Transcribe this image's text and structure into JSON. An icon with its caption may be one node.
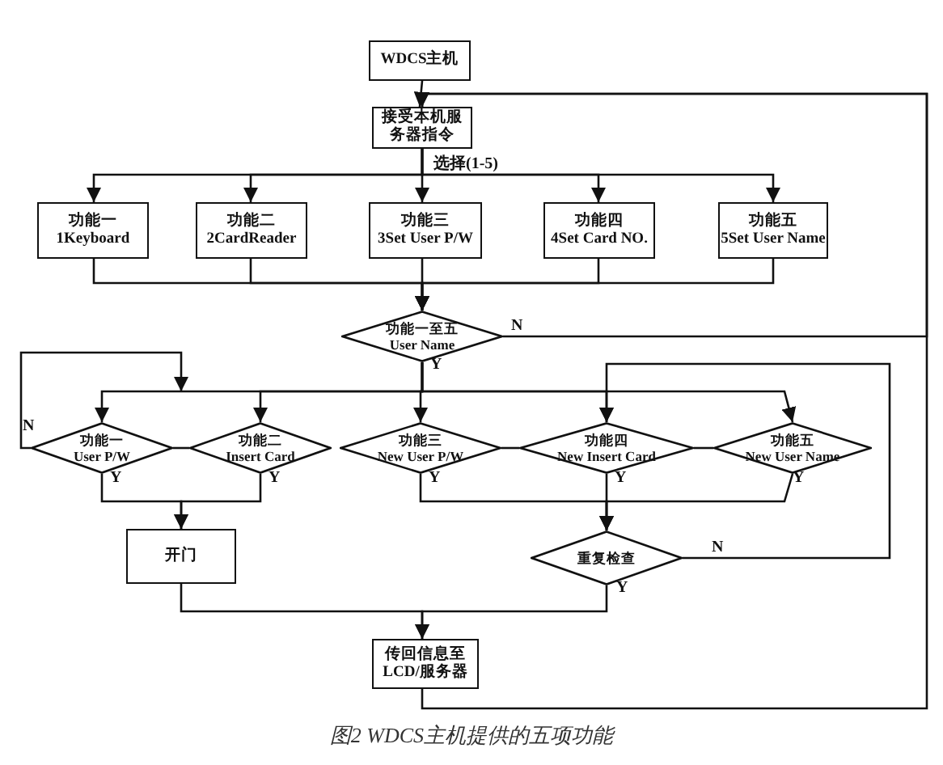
{
  "diagram": {
    "caption": "图2 WDCS主机提供的五项功能",
    "nodes": [
      {
        "text": [
          "WDCS主机"
        ]
      },
      {
        "text": [
          "接受本机服务器指令"
        ]
      },
      {
        "text": [
          "功能一",
          "1Keyboard"
        ]
      },
      {
        "text": [
          "功能二",
          "2CardReader"
        ]
      },
      {
        "text": [
          "功能三",
          "3Set User P/W"
        ]
      },
      {
        "text": [
          "功能四",
          "4Set Card NO."
        ]
      },
      {
        "text": [
          "功能五",
          "5Set User Name"
        ]
      },
      {
        "text": [
          "功能一至五",
          "User Name"
        ]
      },
      {
        "text": [
          "功能一",
          "User P/W"
        ]
      },
      {
        "text": [
          "功能二",
          "Insert Card"
        ]
      },
      {
        "text": [
          "功能三",
          "New User P/W"
        ]
      },
      {
        "text": [
          "功能四",
          "New Insert Card"
        ]
      },
      {
        "text": [
          "功能五",
          "New User Name"
        ]
      },
      {
        "text": [
          "开门"
        ]
      },
      {
        "text": [
          "重复检查"
        ]
      },
      {
        "text": [
          "传回信息至LCD/服务器"
        ]
      }
    ],
    "edges": [
      {
        "from": 0,
        "to": 1,
        "arrow": "to"
      },
      {
        "from": 1,
        "to": 2,
        "arrow": "to"
      },
      {
        "from": 1,
        "to": 3,
        "arrow": "to"
      },
      {
        "from": 1,
        "to": 4,
        "arrow": "to"
      },
      {
        "from": 1,
        "to": 5,
        "arrow": "to"
      },
      {
        "from": 1,
        "to": 6,
        "arrow": "to"
      },
      {
        "from": 2,
        "to": 7,
        "arrow": "to"
      },
      {
        "from": 3,
        "to": 7,
        "arrow": "to"
      },
      {
        "from": 4,
        "to": 7,
        "arrow": "to"
      },
      {
        "from": 5,
        "to": 7,
        "arrow": "to"
      },
      {
        "from": 6,
        "to": 7,
        "arrow": "to"
      },
      {
        "from": 7,
        "to": 1,
        "arrow": "to"
      },
      {
        "from": 7,
        "to": 8,
        "arrow": "to"
      },
      {
        "from": 7,
        "to": 9,
        "arrow": "to"
      },
      {
        "from": 7,
        "to": 10,
        "arrow": "to"
      },
      {
        "from": 7,
        "to": 11,
        "arrow": "to"
      },
      {
        "from": 7,
        "to": 12,
        "arrow": "to"
      },
      {
        "from": 8,
        "to": null,
        "arrow": "to"
      },
      {
        "from": 8,
        "to": 9,
        "arrow": "none"
      },
      {
        "from": 10,
        "to": 11,
        "arrow": "none"
      },
      {
        "from": 11,
        "to": 12,
        "arrow": "none"
      },
      {
        "from": 8,
        "to": 13,
        "arrow": "to"
      },
      {
        "from": 9,
        "to": 13,
        "arrow": "to"
      },
      {
        "from": 10,
        "to": 14,
        "arrow": "to"
      },
      {
        "from": 11,
        "to": 14,
        "arrow": "to"
      },
      {
        "from": 12,
        "to": 14,
        "arrow": "to"
      },
      {
        "from": 14,
        "to": 11,
        "arrow": "to"
      },
      {
        "from": 13,
        "to": 15,
        "arrow": "to"
      },
      {
        "from": 14,
        "to": 15,
        "arrow": "to"
      },
      {
        "from": 15,
        "to": 1,
        "arrow": "to"
      }
    ],
    "labels": [
      "选择(1-5)",
      "N",
      "Y",
      "N",
      "Y",
      "Y",
      "Y",
      "Y",
      "Y",
      "N",
      "Y"
    ]
  }
}
